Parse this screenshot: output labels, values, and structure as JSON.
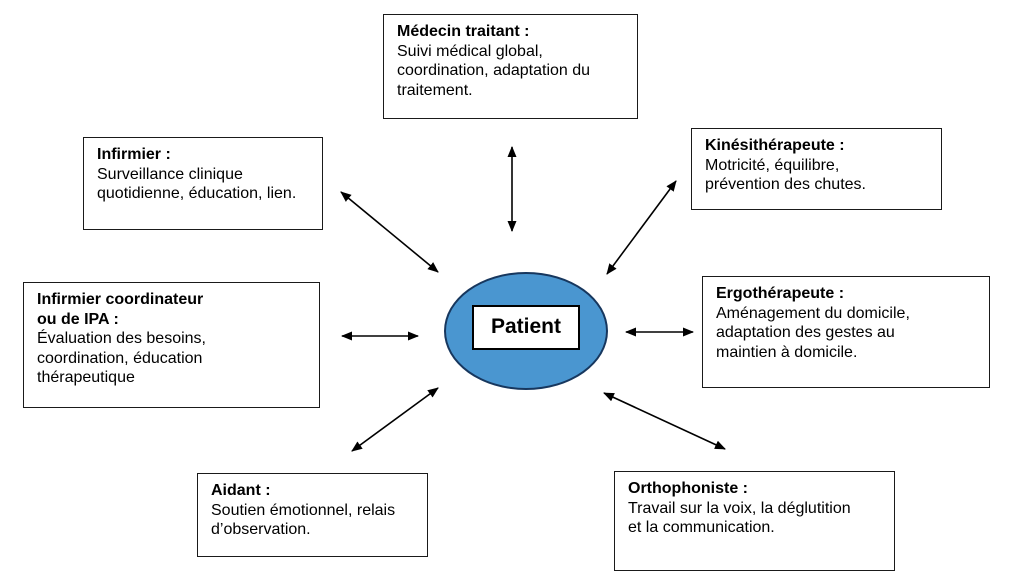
{
  "diagram": {
    "center": {
      "label": "Patient"
    },
    "nodes": [
      {
        "id": "medecin-traitant",
        "title": "Médecin traitant :",
        "body": "Suivi médical global,\ncoordination, adaptation du\ntraitement."
      },
      {
        "id": "kinesitherapeute",
        "title": "Kinésithérapeute :",
        "body": "Motricité, équilibre,\nprévention des chutes."
      },
      {
        "id": "ergotherapeute",
        "title": "Ergothérapeute :",
        "body": "Aménagement du domicile,\nadaptation des gestes au\nmaintien à domicile."
      },
      {
        "id": "orthophoniste",
        "title": "Orthophoniste :",
        "body": "Travail sur la voix, la déglutition\net la communication."
      },
      {
        "id": "aidant",
        "title": "Aidant :",
        "body": "Soutien émotionnel, relais\nd’observation."
      },
      {
        "id": "infirmier-coordinateur",
        "title": "Infirmier coordinateur\nou de IPA :",
        "body": "Évaluation des besoins,\ncoordination, éducation\nthérapeutique"
      },
      {
        "id": "infirmier",
        "title": "Infirmier :",
        "body": "Surveillance clinique\nquotidienne, éducation, lien."
      }
    ],
    "colors": {
      "ellipse_fill": "#4A96D0",
      "ellipse_stroke": "#17375E",
      "box_border": "#1A1A1A",
      "arrow": "#000000",
      "background": "#FFFFFF"
    }
  }
}
